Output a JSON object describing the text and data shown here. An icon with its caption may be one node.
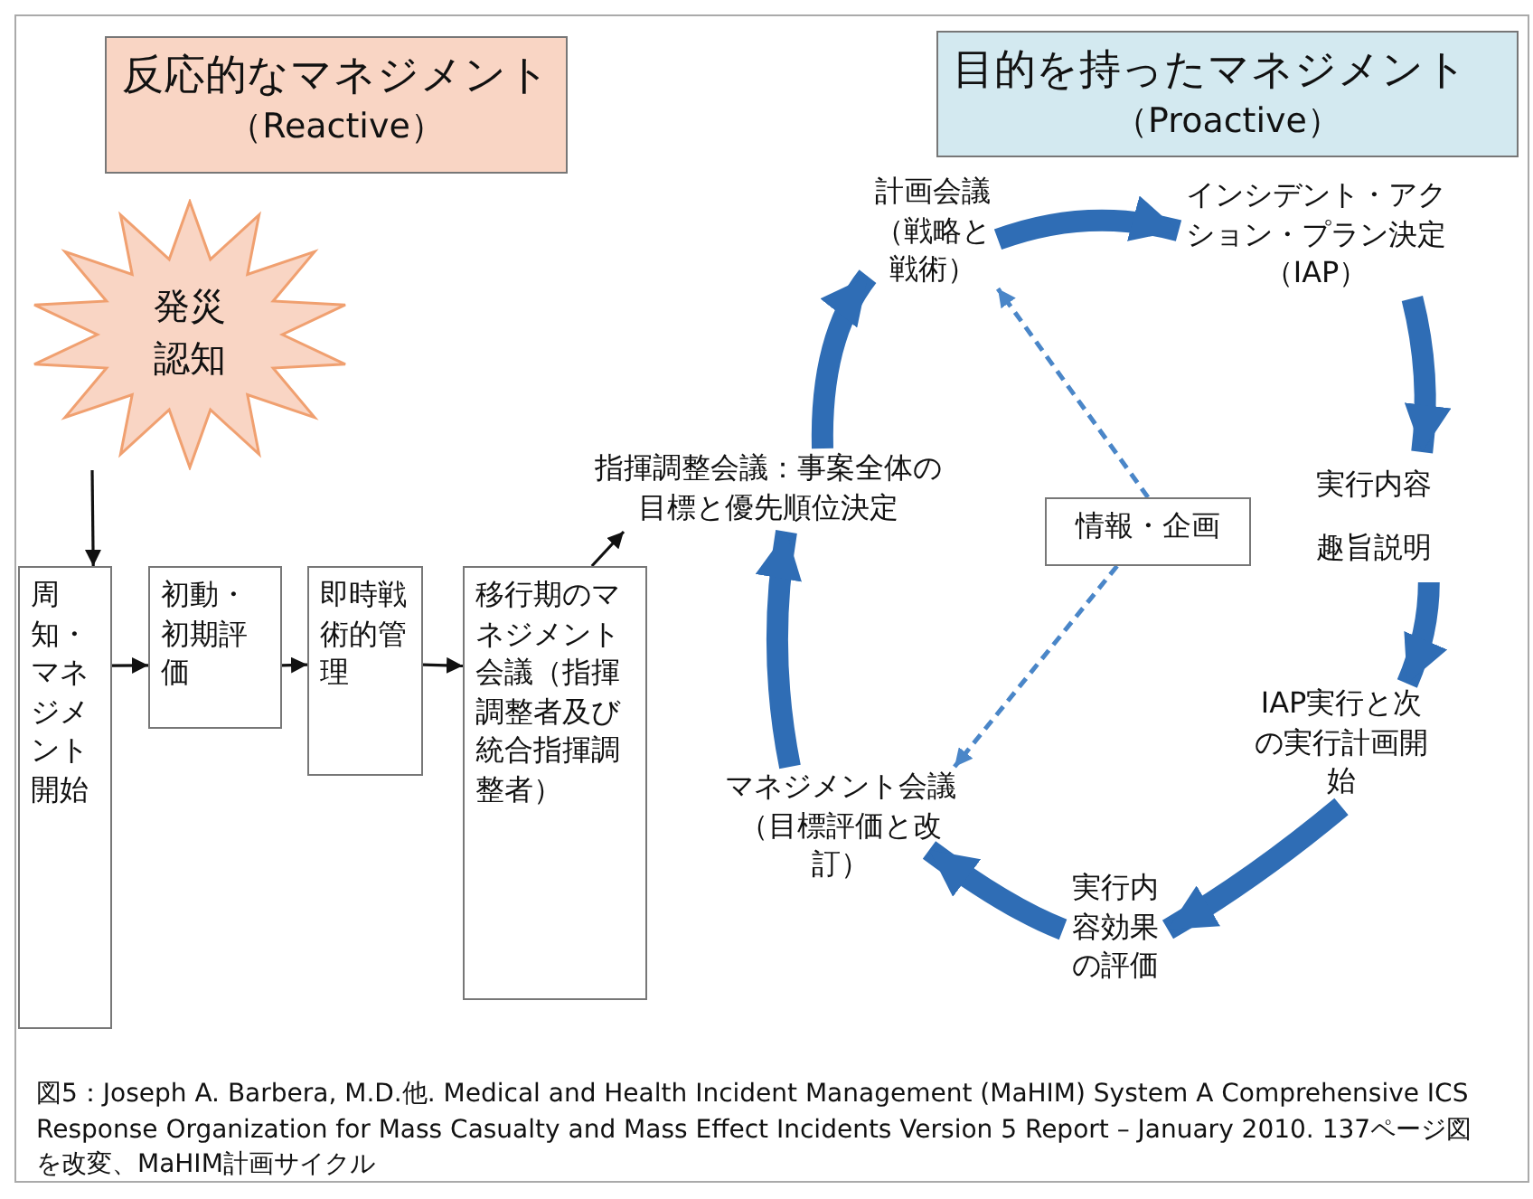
{
  "diagram": {
    "caption": "図5：Joseph A. Barbera, M.D.他. Medical and Health Incident Management (MaHIM) System A Comprehensive ICS Response Organization for Mass Casualty and Mass Effect Incidents Version 5 Report – January 2010.  137ページ図を改変、MaHIM計画サイクル",
    "nodes": [
      {
        "text": [
          "反応的なマネジメント",
          "（Reactive）"
        ]
      },
      {
        "text": [
          "目的を持ったマネジメント",
          "（Proactive）"
        ]
      },
      {
        "text": [
          "発災認知"
        ]
      },
      {
        "text": [
          "周知・マネジメント開始"
        ]
      },
      {
        "text": [
          "初動・初期評価"
        ]
      },
      {
        "text": [
          "即時戦術的管理"
        ]
      },
      {
        "text": [
          "移行期のマネジメント会議（指揮調整者及び統合指揮調整者）"
        ]
      },
      {
        "text": [
          "指揮調整会議：事案全体の目標と優先順位決定"
        ]
      },
      {
        "text": [
          "計画会議（戦略と戦術）"
        ]
      },
      {
        "text": [
          "インシデント・アクション・プラン決定（IAP）"
        ]
      },
      {
        "text": [
          "実行内容趣旨説明"
        ]
      },
      {
        "text": [
          "IAP実行と次の実行計画開始"
        ]
      },
      {
        "text": [
          "実行内容効果の評価"
        ]
      },
      {
        "text": [
          "マネジメント会議（目標評価と改訂）"
        ]
      },
      {
        "text": [
          "情報・企画"
        ]
      }
    ],
    "edges": [
      {
        "from": 2,
        "to": 3,
        "arrow": "to",
        "color": "#111111"
      },
      {
        "from": 3,
        "to": 4,
        "arrow": "to",
        "color": "#111111"
      },
      {
        "from": 4,
        "to": 5,
        "arrow": "to",
        "color": "#111111"
      },
      {
        "from": 5,
        "to": 6,
        "arrow": "to",
        "color": "#111111"
      },
      {
        "from": 6,
        "to": 7,
        "arrow": "to",
        "color": "#111111"
      },
      {
        "from": 7,
        "to": 8,
        "arrow": "to",
        "style": "thick",
        "color": "#2f6db5"
      },
      {
        "from": 8,
        "to": 9,
        "arrow": "to",
        "style": "thick",
        "color": "#2f6db5"
      },
      {
        "from": 9,
        "to": 10,
        "arrow": "to",
        "style": "thick",
        "color": "#2f6db5"
      },
      {
        "from": 10,
        "to": 11,
        "arrow": "to",
        "style": "thick",
        "color": "#2f6db5"
      },
      {
        "from": 11,
        "to": 12,
        "arrow": "to",
        "style": "thick",
        "color": "#2f6db5"
      },
      {
        "from": 12,
        "to": 13,
        "arrow": "to",
        "style": "thick",
        "color": "#2f6db5"
      },
      {
        "from": 13,
        "to": 7,
        "arrow": "to",
        "style": "thick",
        "color": "#2f6db5"
      },
      {
        "from": 14,
        "to": 8,
        "arrow": "to",
        "style": "dashed",
        "color": "#4a86c8"
      },
      {
        "from": 14,
        "to": 13,
        "arrow": "to",
        "style": "dashed",
        "color": "#4a86c8"
      }
    ]
  }
}
